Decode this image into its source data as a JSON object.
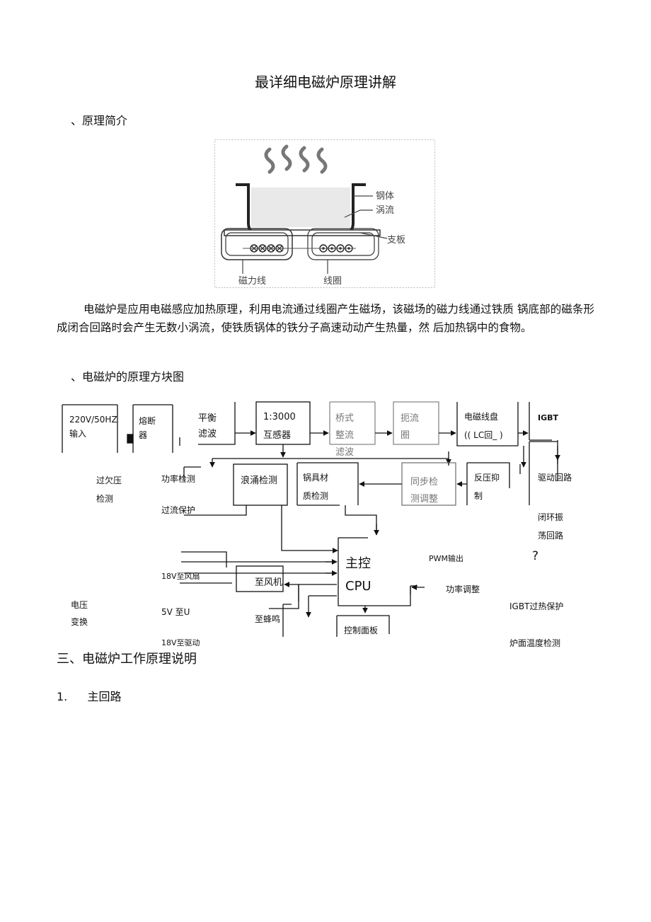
{
  "doc": {
    "title": "最详细电磁炉原理讲解",
    "section1": "、原理简介",
    "figure1": {
      "label_pot": "钢体",
      "label_eddy": "涡流",
      "label_plate": "支板",
      "label_flux": "磁力线",
      "label_coil": "线圈"
    },
    "paragraph": "电磁炉是应用电磁感应加热原理，利用电流通过线圈产生磁场，该磁场的磁力线通过铁质 锅底部的磁条形成闭合回路时会产生无数小涡流，使铁质锅体的铁分子高速动动产生热量，然 后加热锅中的食物。",
    "section2": "、电磁炉的原理方块图",
    "block": {
      "input_1": "220V/50HZ",
      "input_2": "输入",
      "fuse_1": "熔断",
      "fuse_2": "器",
      "filter_1": "平衡",
      "filter_2": "滤波",
      "ct_1": "1:3000",
      "ct_2": "互感器",
      "bridge_1": "桥式",
      "bridge_2": "整流",
      "bridge_3": "滤波",
      "choke_1": "扼流",
      "choke_2": "圈",
      "coil_1": "电磁线盘",
      "coil_2": "(( LC回_ )",
      "igbt": "IGBT",
      "ovuv_1": "过欠压",
      "ovuv_2": "检测",
      "power_det": "功率检测",
      "surge": "浪涌检测",
      "pan_1": "锅具材",
      "pan_2": "质检测",
      "sync_1": "同步检",
      "sync_2": "测调整",
      "back_1": "反压抑",
      "back_2": "制",
      "drive": "驱动回路",
      "ocp": "过流保护",
      "osc_1": "闭环振",
      "osc_2": "荡回路",
      "cpu_1": "主控",
      "cpu_2": "CPU",
      "pwm": "PWM输出",
      "question": "?",
      "fan_v": "18V至风扇",
      "fan": "至风机",
      "pwr_adj": "功率调整",
      "volt_1": "电压",
      "volt_2": "变换",
      "five_v": "5V 至U",
      "buzzer": "至蜂鸣",
      "igbt_ot": "IGBT过热保护",
      "drv_v": "18V至驱动",
      "panel": "控制面板",
      "surface_t": "炉面温度检测"
    },
    "section3": "三、电磁炉工作原理说明",
    "section3_1_num": "1.",
    "section3_1": "主回路"
  }
}
